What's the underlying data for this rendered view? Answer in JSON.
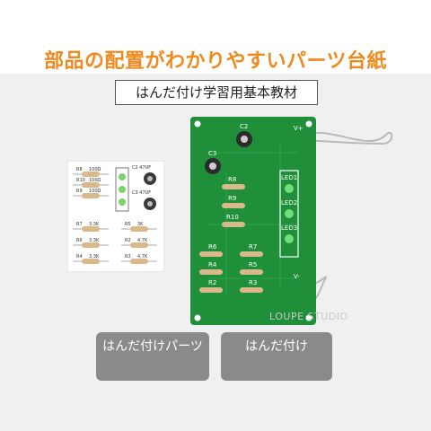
{
  "headline": "部品の配置がわかりやすいパーツ台紙",
  "subtitle": "はんだ付け学習用基本教材",
  "parts_sheet": {
    "resistor_labels": [
      "R8",
      "R10",
      "R9",
      "R7",
      "R6",
      "R4",
      "R5",
      "R2",
      "R3"
    ],
    "resistor_values": [
      "100Ω",
      "100Ω",
      "100Ω",
      "3.3K",
      "3.3K",
      "3.3K",
      "3K",
      "4.7K",
      "4.7K"
    ],
    "capacitor_labels": [
      "C2 47UF",
      "C3 47UF"
    ]
  },
  "board": {
    "labels": [
      "C2",
      "C3",
      "R8",
      "R9",
      "R10",
      "R6",
      "R7",
      "R4",
      "R5",
      "R2",
      "R3",
      "LED1",
      "LED2",
      "LED3",
      "V+",
      "V-"
    ]
  },
  "watermark": "LOUPE STUDIO",
  "captions": {
    "left": "はんだ付けパーツ",
    "right": "はんだ付け"
  },
  "colors": {
    "headline": "#ef8a1f",
    "pcb": "#1f8f3a",
    "caption_bg": "#8a8a8a"
  }
}
